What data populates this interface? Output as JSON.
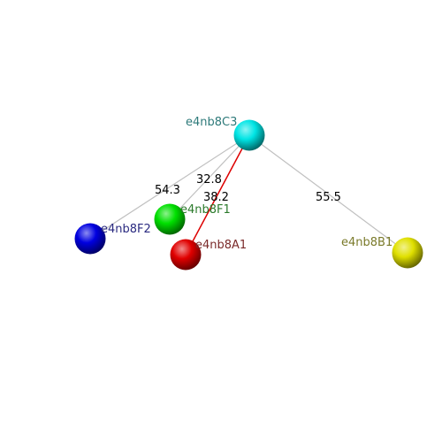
{
  "nodes": [
    {
      "id": "e4nb8C3",
      "label": "e4nb8C3",
      "color": "#00e5e5",
      "label_color": "#2e7a7a"
    },
    {
      "id": "e4nb8F1",
      "label": "e4nb8F1",
      "color": "#00e000",
      "label_color": "#2b7a2b"
    },
    {
      "id": "e4nb8F2",
      "label": "e4nb8F2",
      "color": "#0000e0",
      "label_color": "#2a2a80"
    },
    {
      "id": "e4nb8A1",
      "label": "e4nb8A1",
      "color": "#e00000",
      "label_color": "#7a2a2a"
    },
    {
      "id": "e4nb8B1",
      "label": "e4nb8B1",
      "color": "#e0e000",
      "label_color": "#7a7a2a"
    }
  ],
  "edges": [
    {
      "from": "e4nb8C3",
      "to": "e4nb8F2",
      "label": "54.3",
      "color": "#c0c0c0"
    },
    {
      "from": "e4nb8C3",
      "to": "e4nb8F1",
      "label": "32.8",
      "color": "#c0c0c0"
    },
    {
      "from": "e4nb8C3",
      "to": "e4nb8A1",
      "label": "38.2",
      "color": "#dd0000"
    },
    {
      "from": "e4nb8C3",
      "to": "e4nb8B1",
      "label": "55.5",
      "color": "#c0c0c0"
    }
  ]
}
